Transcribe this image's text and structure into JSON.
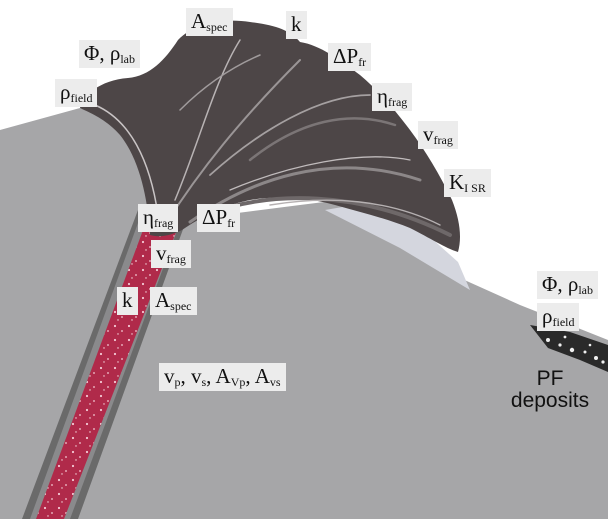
{
  "colors": {
    "background": "#ffffff",
    "ground": "#a6a6a8",
    "plume": "#4d4647",
    "conduit_edge": "#6a6a6a",
    "magma": "#b02a4a",
    "label_bg": "#ececec",
    "ash_deposit": "#d4d6de"
  },
  "labels": {
    "plume_top_left": {
      "sym": "Φ, ρ",
      "sub": "lab"
    },
    "plume_left": {
      "sym": "ρ",
      "sub": "field"
    },
    "plume_top": {
      "sym": "A",
      "sub": "spec"
    },
    "plume_k": {
      "sym": "k"
    },
    "plume_dp": {
      "sym": "ΔP",
      "sub": "fr"
    },
    "plume_eta": {
      "sym": "η",
      "sub": "frag"
    },
    "plume_v": {
      "sym": "v",
      "sub": "frag"
    },
    "plume_kisr": {
      "sym": "K",
      "sub": "I SR"
    },
    "conduit_eta": {
      "sym": "η",
      "sub": "frag"
    },
    "conduit_dp": {
      "sym": "ΔP",
      "sub": "fr"
    },
    "conduit_v": {
      "sym": "v",
      "sub": "frag"
    },
    "conduit_k": {
      "sym": "k"
    },
    "conduit_a": {
      "sym": "A",
      "sub": "spec"
    },
    "conduit_velocities": {
      "parts": [
        {
          "sym": "v",
          "sub": "p"
        },
        {
          "sym": ", v",
          "sub": "s"
        },
        {
          "sym": ", A",
          "sub": "Vp"
        },
        {
          "sym": ", A",
          "sub": "vs"
        }
      ]
    },
    "deposit_phi": {
      "sym": "Φ, ρ",
      "sub": "lab"
    },
    "deposit_rho": {
      "sym": "ρ",
      "sub": "field"
    }
  },
  "pf_label": {
    "line1": "PF",
    "line2": "deposits"
  }
}
